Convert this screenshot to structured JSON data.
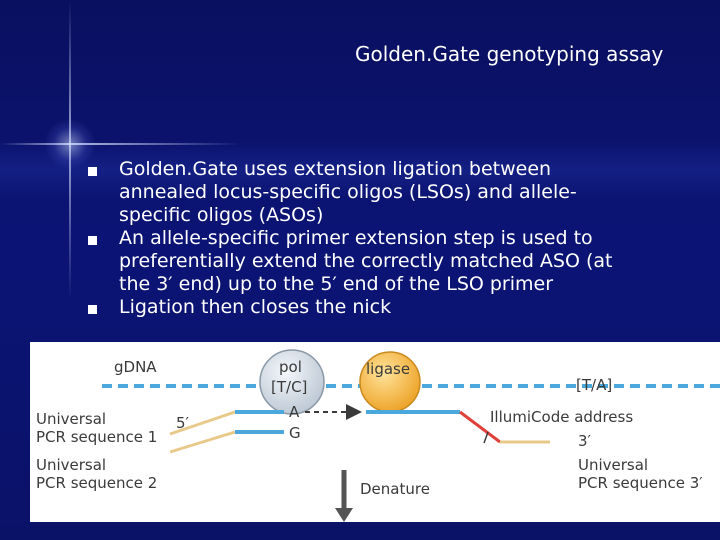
{
  "slide": {
    "title": "Golden.Gate genotyping assay",
    "bullets": [
      {
        "lines": [
          "Golden.Gate uses extension ligation between",
          "annealed locus-specific oligos (LSOs) and allele-",
          "specific oligos (ASOs)"
        ]
      },
      {
        "lines": [
          "An allele-specific primer extension step is used to",
          "preferentially extend the correctly matched ASO (at",
          "the 3′ end) up to the 5′ end of the LSO primer"
        ]
      },
      {
        "lines": [
          "Ligation then closes the nick"
        ]
      }
    ]
  },
  "figure": {
    "gdna": "gDNA",
    "pol": "pol",
    "pol_allele": "[T/C]",
    "ligase": "ligase",
    "ta": "[T/A]",
    "universal1_line1": "Universal",
    "universal1_line2": "PCR sequence 1",
    "five_prime": "5′",
    "allele_a": "A",
    "allele_g": "G",
    "illumicode": "IllumiCode address",
    "three_prime": "3′",
    "universal2_line1": "Universal",
    "universal2_line2": "PCR sequence 2",
    "universal3_line1": "Universal",
    "universal3_line2": "PCR sequence 3′",
    "denature": "Denature"
  },
  "colors": {
    "strand_blue": "#4aa8dc",
    "strand_tan": "#e8c98a",
    "strand_red": "#e0403a",
    "ligase_orange": "#f3b43a"
  }
}
